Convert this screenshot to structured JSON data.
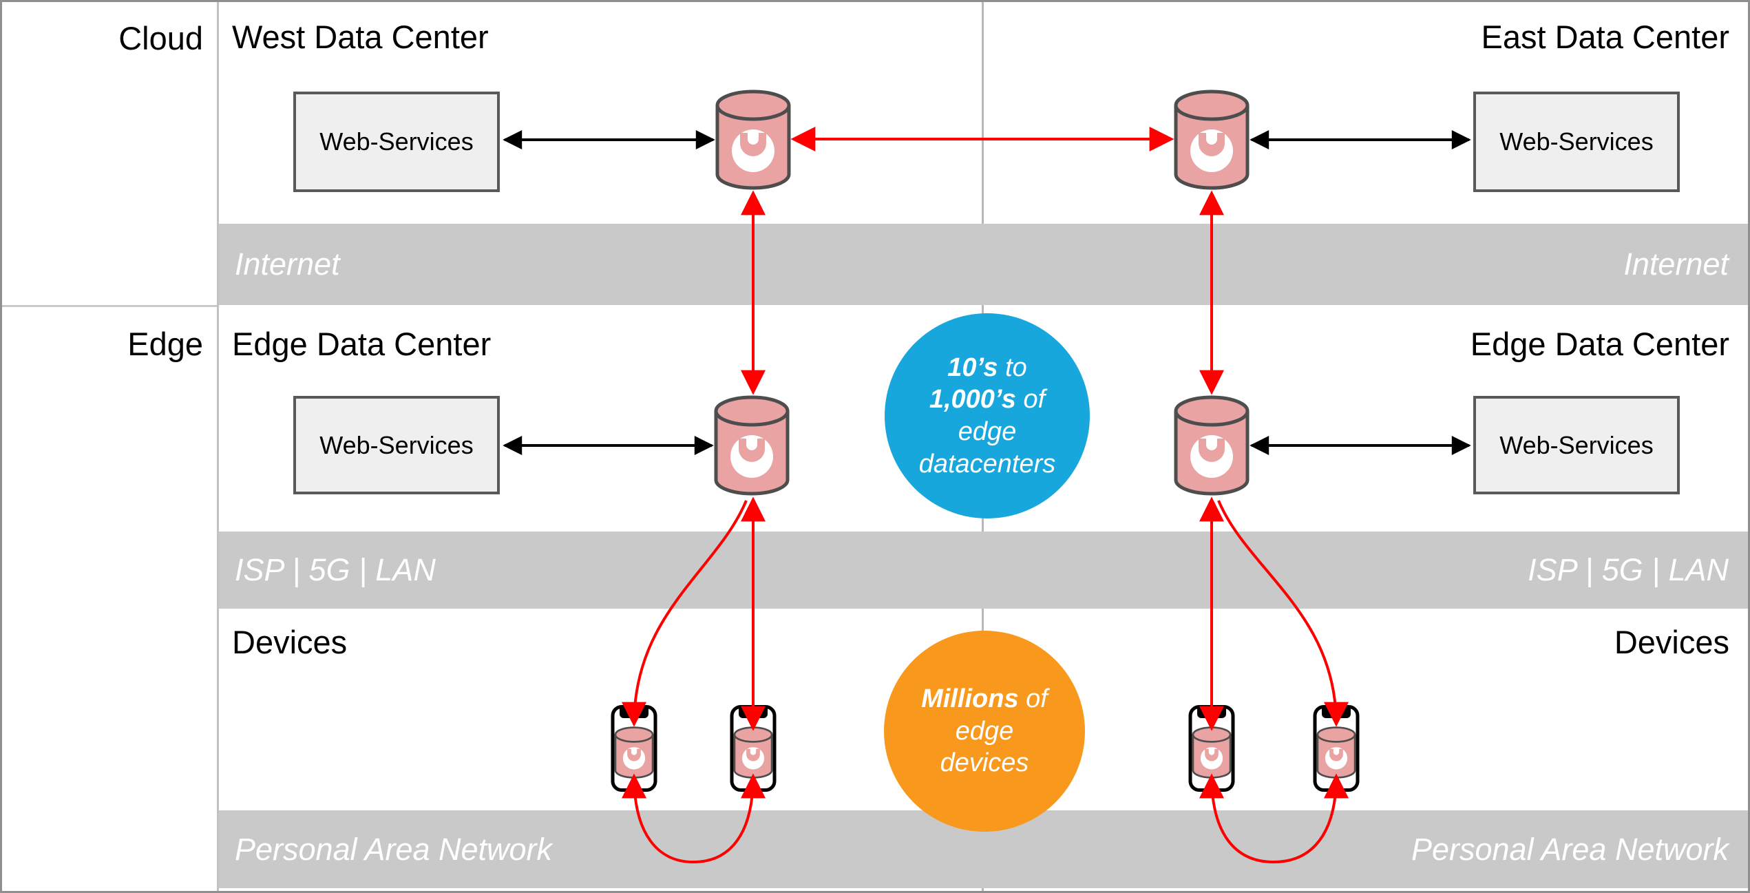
{
  "left_column": {
    "cloud": "Cloud",
    "edge": "Edge"
  },
  "headings": {
    "west_data_center": "West Data Center",
    "east_data_center": "East Data Center",
    "edge_data_center": "Edge Data Center",
    "devices": "Devices"
  },
  "boxes": {
    "web_services": "Web-Services"
  },
  "bands": {
    "internet": "Internet",
    "isp": "ISP | 5G | LAN",
    "pan": "Personal Area Network"
  },
  "badges": {
    "edge_datacenters": {
      "bold1": "10’s",
      "rest1": " to",
      "bold2": "1,000’s",
      "rest2": " of",
      "line3": "edge",
      "line4": "datacenters",
      "color": "#18a7dc"
    },
    "edge_devices": {
      "bold1": "Millions",
      "rest1": " of",
      "line2": "edge",
      "line3": "devices",
      "color": "#f8991d"
    }
  },
  "colors": {
    "arrow_red": "#ff0000",
    "arrow_black": "#000000",
    "database_fill": "#e9a3a3",
    "database_stroke": "#4d4d4d",
    "band_gray": "#c9c9c9",
    "box_fill": "#efefef",
    "box_border": "#595959"
  }
}
